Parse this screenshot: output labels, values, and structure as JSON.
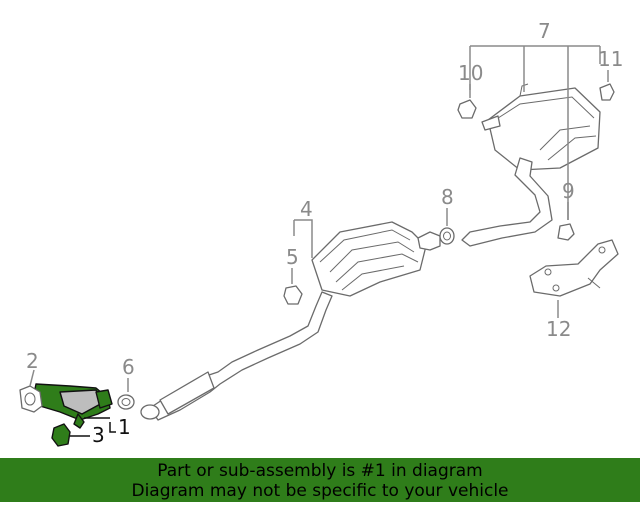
{
  "callouts": {
    "c1": "1",
    "c2": "2",
    "c3": "3",
    "c4": "4",
    "c5": "5",
    "c6": "6",
    "c7": "7",
    "c8": "8",
    "c9": "9",
    "c10": "10",
    "c11": "11",
    "c12": "12"
  },
  "highlighted_part": "1",
  "colors": {
    "highlight": "#2f7d1a",
    "linework": "#8a8a8a",
    "banner": "#2f7d1a"
  },
  "banner": {
    "line1": "Part or sub-assembly is #1 in diagram",
    "line2": "Diagram may not be specific to your vehicle"
  }
}
